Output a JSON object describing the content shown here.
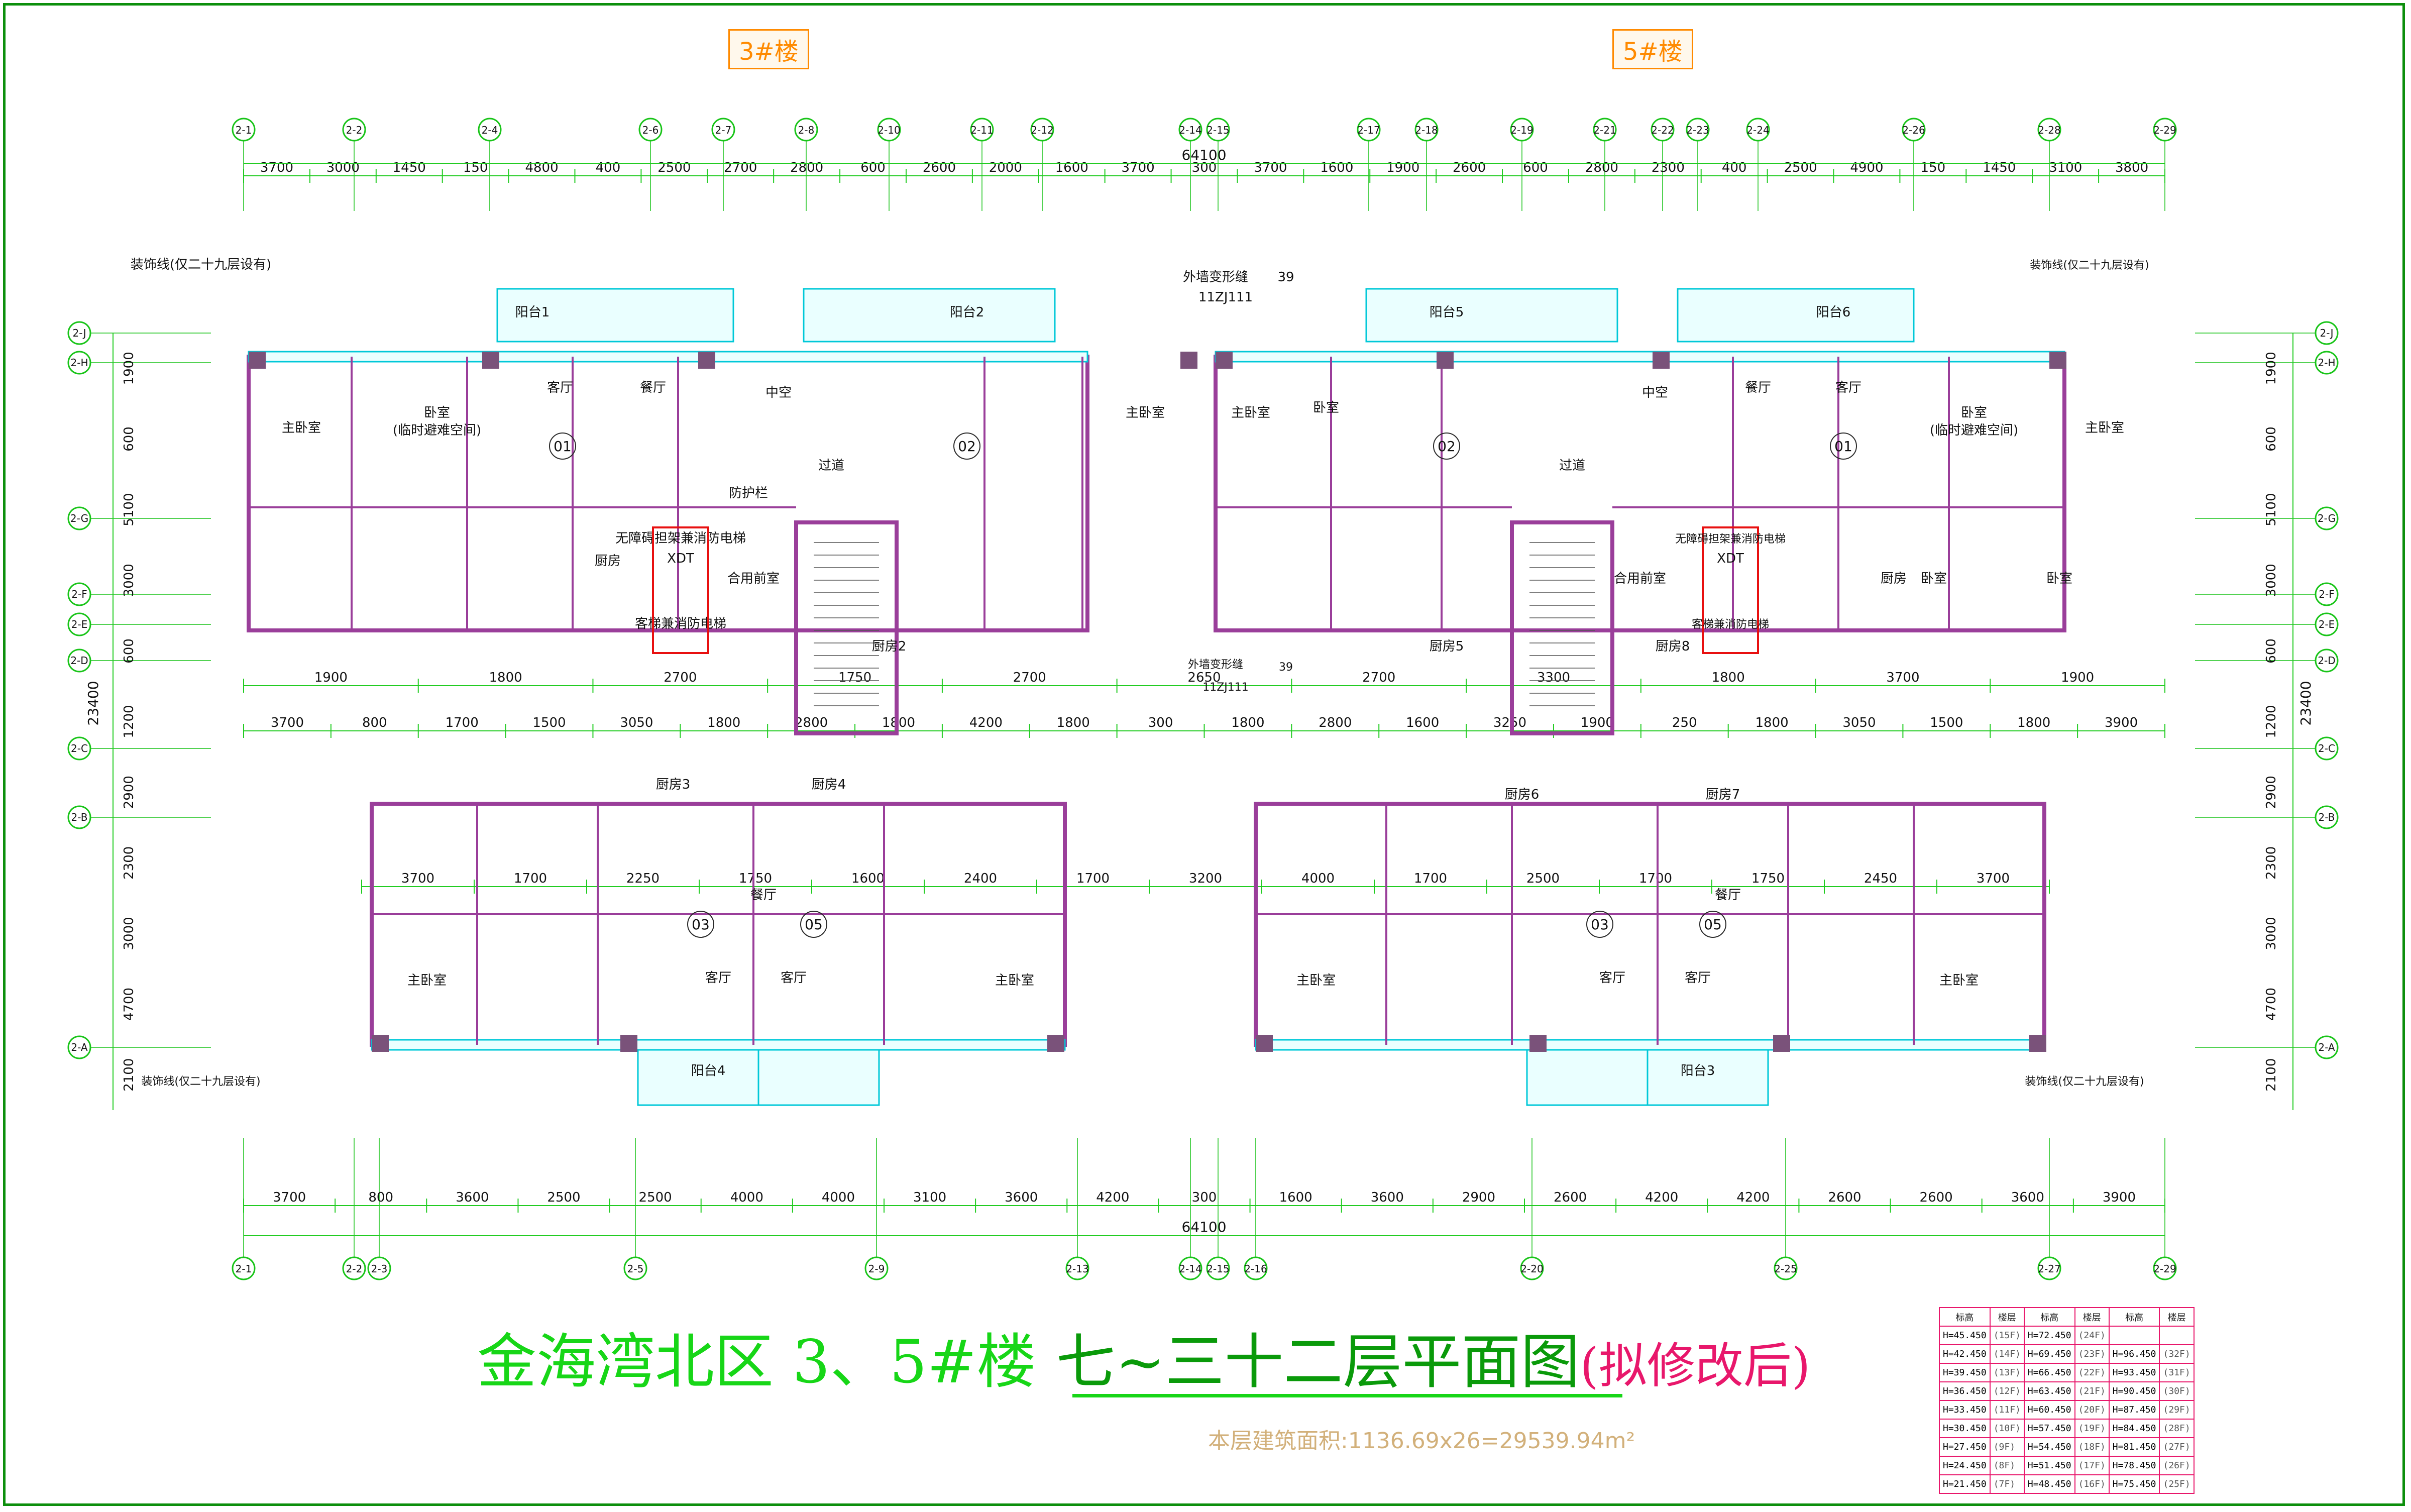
{
  "title": {
    "project": "金海湾北区 3、5#楼",
    "name": "七~三十二层平面图",
    "suffix": "(拟修改后)"
  },
  "area_note": "本层建筑面积:1136.69x26=29539.94m²",
  "building_tags": [
    "3#楼",
    "5#楼"
  ],
  "colors": {
    "frame": "#0c8f0c",
    "grid": "#18c418",
    "dim": "#22cc22",
    "wall": "#9a3e9a",
    "window": "#00c8d8",
    "label_red": "#e81010",
    "title": "#17d617",
    "table_border": "#e8176b"
  },
  "axes": {
    "top_bubbles": [
      "2-1",
      "2-2",
      "2-4",
      "2-6",
      "2-7",
      "2-8",
      "2-10",
      "2-11",
      "2-12",
      "2-14",
      "2-15",
      "2-17",
      "2-18",
      "2-19",
      "2-21",
      "2-22",
      "2-23",
      "2-24",
      "2-26",
      "2-28",
      "2-29"
    ],
    "bottom_bubbles": [
      "2-1",
      "2-2",
      "2-3",
      "2-5",
      "2-9",
      "2-13",
      "2-14",
      "2-15",
      "2-16",
      "2-20",
      "2-25",
      "2-27",
      "2-29"
    ],
    "side_bubbles": [
      "2-J",
      "2-H",
      "2-G",
      "2-F",
      "2-E",
      "2-D",
      "2-C",
      "2-B",
      "2-A"
    ]
  },
  "dimensions": {
    "top_row": [
      "3700",
      "3000",
      "1450",
      "150",
      "4800",
      "400",
      "2500",
      "2700",
      "2800",
      "600",
      "2600",
      "2000",
      "1600",
      "3700",
      "300",
      "3700",
      "1600",
      "1900",
      "2600",
      "600",
      "2800",
      "2300",
      "400",
      "2500",
      "4900",
      "150",
      "1450",
      "3100",
      "3800"
    ],
    "top_total": "64100",
    "mid_row1": [
      "1900",
      "1800",
      "2700",
      "1750",
      "2700",
      "2650",
      "2700",
      "3300",
      "1800",
      "3700",
      "1900"
    ],
    "mid_row2": [
      "3700",
      "800",
      "1700",
      "1500",
      "3050",
      "1800",
      "2800",
      "1800",
      "4200",
      "1800",
      "300",
      "1800",
      "2800",
      "1600",
      "3250",
      "1900",
      "250",
      "1800",
      "3050",
      "1500",
      "1800",
      "3900"
    ],
    "mid_row3": [
      "3700",
      "1700",
      "2250",
      "1750",
      "1600",
      "2400",
      "1700",
      "3200",
      "4000",
      "1700",
      "2500",
      "1700",
      "1750",
      "2450",
      "3700"
    ],
    "bottom_row": [
      "3700",
      "800",
      "3600",
      "2500",
      "2500",
      "4000",
      "4000",
      "3100",
      "3600",
      "4200",
      "300",
      "1600",
      "3600",
      "2900",
      "2600",
      "4200",
      "4200",
      "2600",
      "2600",
      "3600",
      "3900"
    ],
    "bottom_total": "64100",
    "left_col": [
      "1900",
      "600",
      "5100",
      "3000",
      "600",
      "1200",
      "2900",
      "2300",
      "3000",
      "4700",
      "2100"
    ],
    "left_total": "23400",
    "right_total": "23400"
  },
  "rooms": {
    "unit_marks": [
      "01",
      "02",
      "02",
      "01",
      "03",
      "05",
      "03",
      "05"
    ],
    "labels": [
      "主卧室",
      "卧室",
      "(临时避难空间)",
      "客厅",
      "餐厅",
      "厨房",
      "阳台1",
      "阳台2",
      "阳台5",
      "阳台6",
      "阳台4",
      "阳台3",
      "中空",
      "过道",
      "防护栏",
      "合用前室",
      "无障碍担架兼消防电梯",
      "客梯兼消防电梯",
      "XDT",
      "厨房2",
      "厨房3",
      "厨房4",
      "厨房5",
      "厨房6",
      "厨房7",
      "厨房8",
      "装饰线(仅二十九层设有)",
      "外墙变形缝",
      "11ZJ111",
      "39"
    ]
  },
  "level_table": {
    "headers": [
      "标高",
      "楼层",
      "标高",
      "楼层",
      "标高",
      "楼层"
    ],
    "rows": [
      [
        "H=45.450",
        "(15F)",
        "H=72.450",
        "(24F)",
        "",
        ""
      ],
      [
        "H=42.450",
        "(14F)",
        "H=69.450",
        "(23F)",
        "H=96.450",
        "(32F)"
      ],
      [
        "H=39.450",
        "(13F)",
        "H=66.450",
        "(22F)",
        "H=93.450",
        "(31F)"
      ],
      [
        "H=36.450",
        "(12F)",
        "H=63.450",
        "(21F)",
        "H=90.450",
        "(30F)"
      ],
      [
        "H=33.450",
        "(11F)",
        "H=60.450",
        "(20F)",
        "H=87.450",
        "(29F)"
      ],
      [
        "H=30.450",
        "(10F)",
        "H=57.450",
        "(19F)",
        "H=84.450",
        "(28F)"
      ],
      [
        "H=27.450",
        "(9F)",
        "H=54.450",
        "(18F)",
        "H=81.450",
        "(27F)"
      ],
      [
        "H=24.450",
        "(8F)",
        "H=51.450",
        "(17F)",
        "H=78.450",
        "(26F)"
      ],
      [
        "H=21.450",
        "(7F)",
        "H=48.450",
        "(16F)",
        "H=75.450",
        "(25F)"
      ]
    ]
  }
}
